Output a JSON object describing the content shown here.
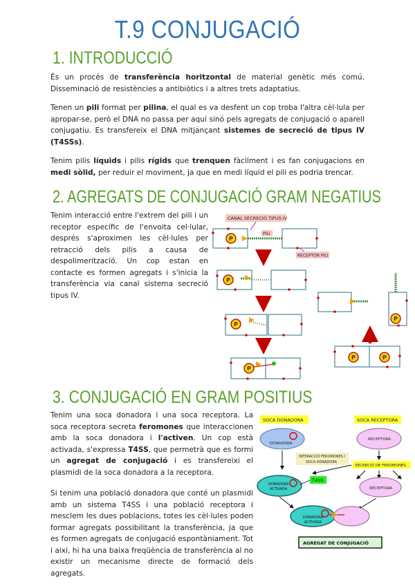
{
  "document": {
    "title": "T.9 CONJUGACIÓ",
    "sections": [
      {
        "heading": "1.   INTRODUCCIÓ",
        "paragraphs": [
          {
            "p1_a": "És un procés de ",
            "p1_b": "transferència horitzontal",
            "p1_c": " de material genètic més comú. Disseminació de resistències a antibiòtics i a altres trets adaptatius."
          },
          {
            "p2_a": "Tenen un ",
            "p2_b": "pili",
            "p2_c": " format per ",
            "p2_d": "pilina",
            "p2_e": ", el qual es va desfent un cop troba l'altra cèl·lula per apropar-se, però el DNA no passa per aquí sinó pels agregats de conjugació o aparell conjugatiu. Es transfereix el DNA mitjançant ",
            "p2_f": "sistemes de secreció de tipus IV (T4SSs)",
            "p2_g": "."
          },
          {
            "p3_a": "Tenim pilis ",
            "p3_b": "líquids",
            "p3_c": " i pilis ",
            "p3_d": "rígids",
            "p3_e": " que ",
            "p3_f": "trenquen",
            "p3_g": " fàcilment i es fan conjugacions en ",
            "p3_h": "medi sòlid,",
            "p3_i": " per reduir el moviment, ja que  en medi líquid el pili es podria trencar."
          }
        ]
      },
      {
        "heading": "2.   AGREGATS DE CONJUGACIÓ GRAM NEGATIUS",
        "text": "Tenim interacció entre l'extrem del pili i un receptor específic de l'envoita cel·lular, després s'aproximen les cèl·lules per retracció dels pilis a causa de despolimerització. Un cop estan en contacte es formen agregats i s'inicia la transferència via canal sistema secreció tipus IV.",
        "figure": {
          "label_canal": "CANAL SECRECIÓ TIPUS IV",
          "label_pili": "PILI",
          "label_receptor": "RECEPTOR PILI",
          "plasmid_letter": "P"
        }
      },
      {
        "heading": "3.   CONJUGACIÓ EN GRAM POSITIUS",
        "paragraphs": [
          {
            "p4_a": "Tenim una soca donadora i una soca receptora. La soca receptora secreta ",
            "p4_b": "feromones",
            "p4_c": " que interaccionen amb la soca donadora i ",
            "p4_d": "l'activen",
            "p4_e": ". Un cop està activada, s'expressa ",
            "p4_f": "T4SS",
            "p4_g": ", que permetrà que es formi un ",
            "p4_h": "agregat de conjugació",
            "p4_i": " i es transfereixi el plasmidi de la soca donadora a la receptora."
          },
          {
            "p5": "Si tenim una població donadora que conté un plasmidi amb un sistema T4SS i una població receptora i mesclem les dues poblacions, totes les cèl·lules poden formar agregats possibilitant la transferència, ja que es formen agregats de conjugació espontàniament. Tot i així, hi ha una baixa freqüència de transferència al no existir un mecanisme directe de formació dels agregats."
          }
        ],
        "figure": {
          "soca_donadora": "SOCA DONADORA",
          "soca_receptora": "SOCA   RECEPTORA",
          "donadora": "DONADORA",
          "receptora": "RECEPTORA",
          "interaccio_1": "INTERACCIÓ FEROMONES I",
          "interaccio_2": "SOCA DONADORA",
          "secrecio": "SECRECIÓ DE FEROMONES",
          "t4ss": "T4SS",
          "donadora_activada_1": "DONADORA",
          "donadora_activada_2": "ACTIVADA",
          "donadora_activada_b1": "DONADORA",
          "donadora_activada_b2": "ACTIVADA",
          "receptora_3": "RECEPTORA",
          "agregat": "AGREGAT DE CONJUGACIÓ"
        }
      }
    ],
    "colors": {
      "title": "#2e74b5",
      "heading": "#5aa02c",
      "plasmid_yellow": "#f5d000",
      "cell_outline": "#2a6f80",
      "donor_cyan": "#3bd0c8",
      "receptor_pink": "#f08cf0"
    }
  }
}
